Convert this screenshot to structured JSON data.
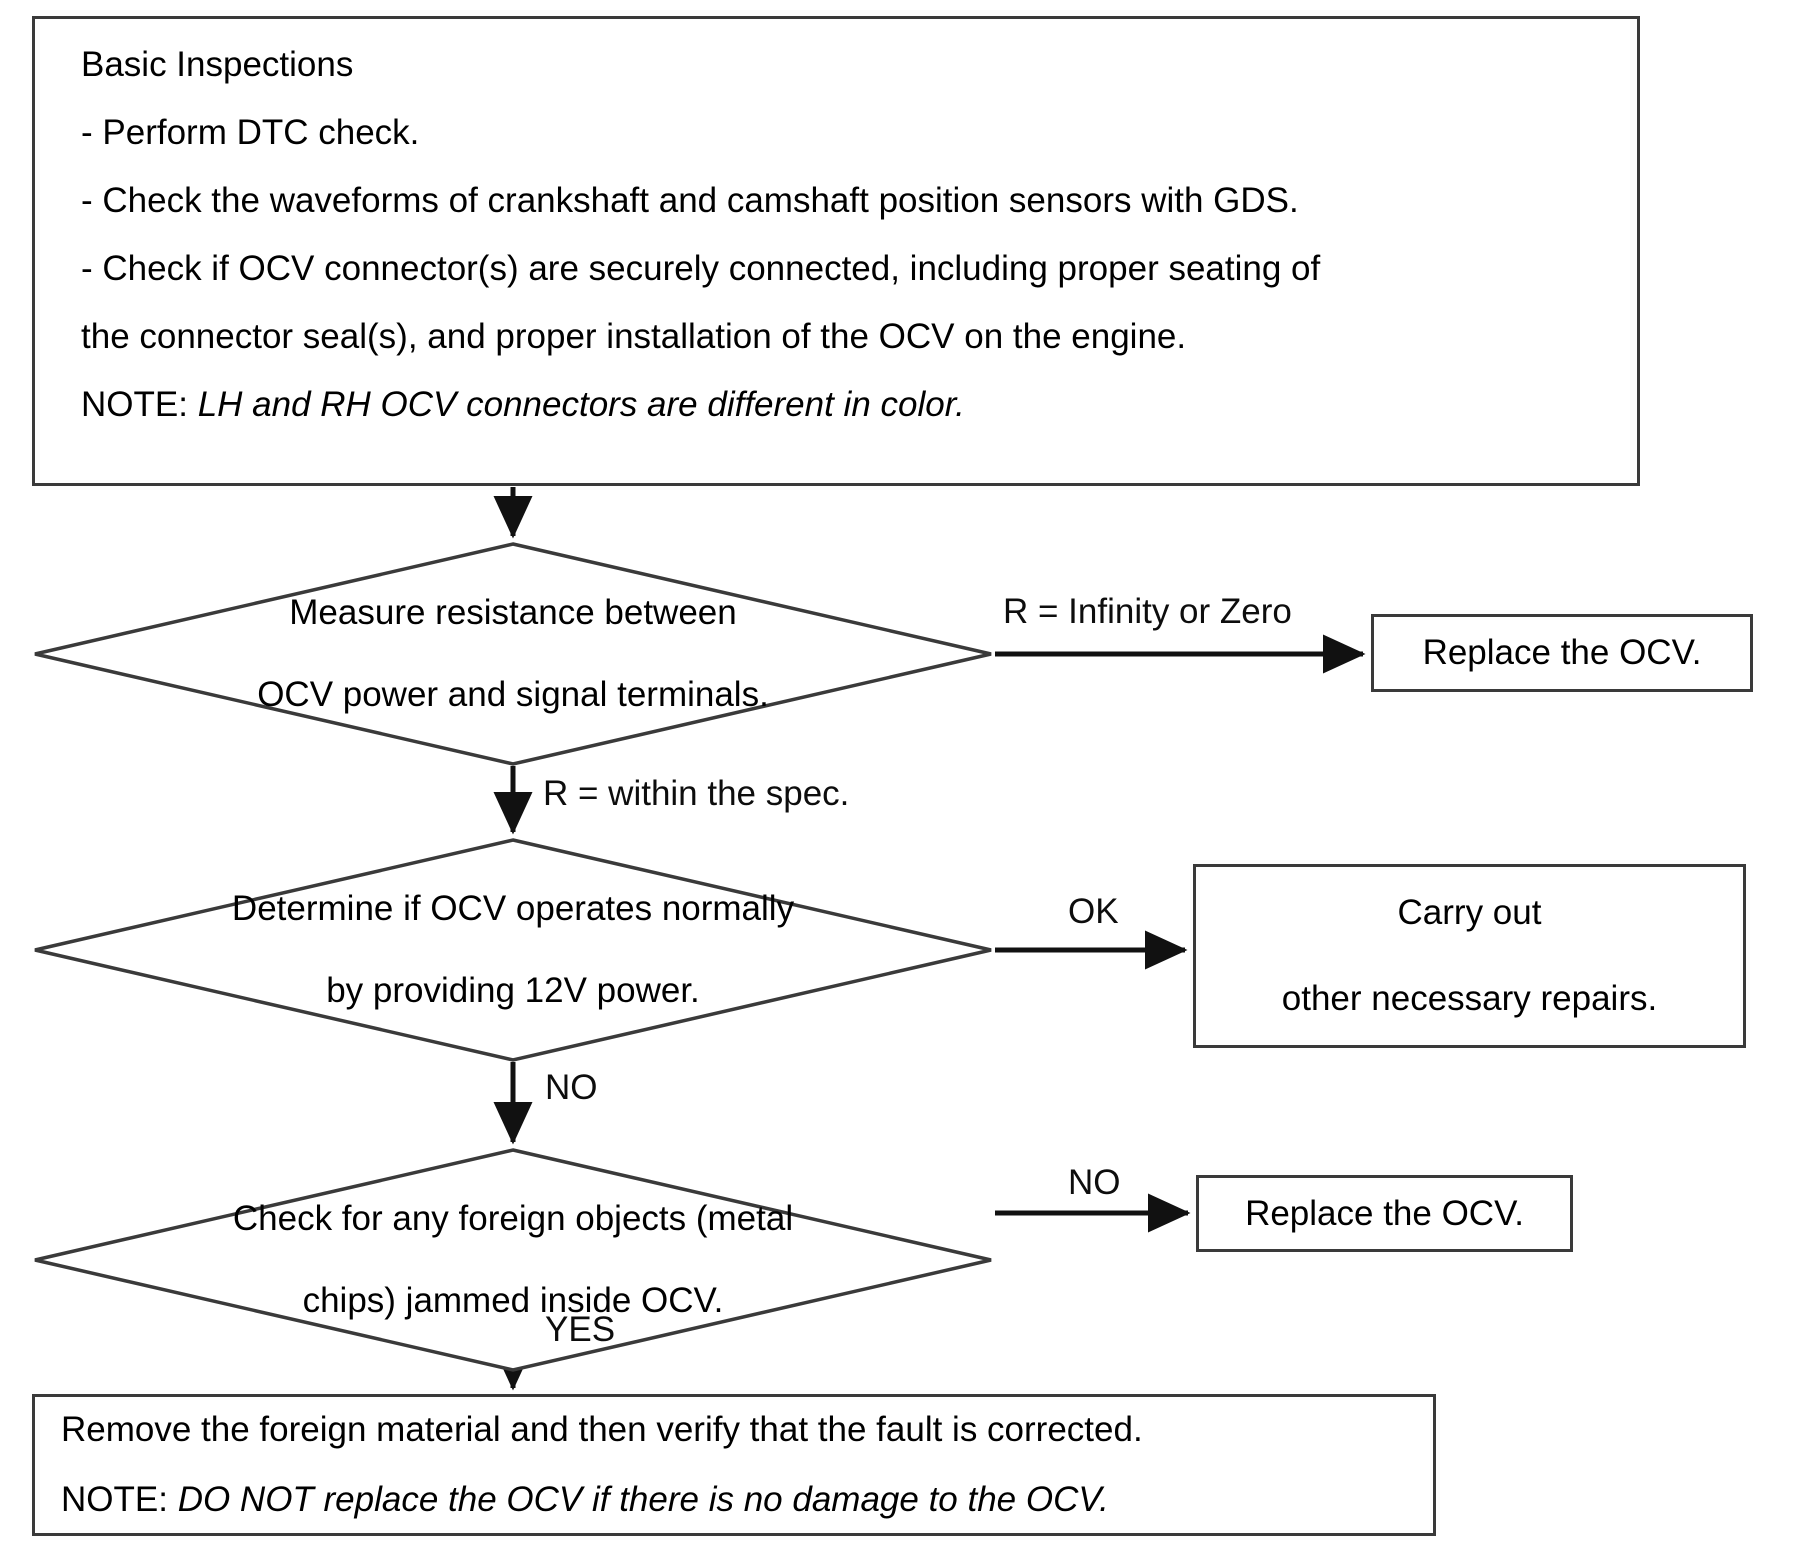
{
  "diagram": {
    "title": "OCV Basic Inspection Flowchart",
    "type": "flowchart",
    "stroke_color": "#3a3a3a",
    "text_color": "#0d0d0d",
    "background": "#ffffff"
  },
  "intro": {
    "heading": "Basic Inspections",
    "line1": "- Perform DTC check.",
    "line2": "- Check the waveforms of crankshaft and camshaft position sensors with GDS.",
    "line3": "- Check if OCV connector(s) are securely connected, including proper seating of",
    "line4": "the connector seal(s), and proper installation of the OCV on the engine.",
    "note_prefix": "NOTE: ",
    "note_text": "LH and RH OCV connectors are different in color."
  },
  "decisions": [
    {
      "id": "measure-resistance",
      "line1": "Measure resistance between",
      "line2": "OCV power and signal terminals."
    },
    {
      "id": "determine-operation",
      "line1": "Determine if OCV operates normally",
      "line2": "by providing 12V power."
    },
    {
      "id": "check-foreign-objects",
      "line1": "Check for any foreign objects (metal",
      "line2": "chips) jammed inside OCV."
    }
  ],
  "outcomes": {
    "replace_ocv_1": "Replace the OCV.",
    "carry_out_line1": "Carry out",
    "carry_out_line2": "other necessary repairs.",
    "replace_ocv_2": "Replace the OCV.",
    "remove_line1": "Remove the foreign material and then verify that the fault is corrected.",
    "remove_note_prefix": "NOTE: ",
    "remove_note_text": "DO NOT replace the OCV if there is no damage to the OCV."
  },
  "edge_labels": {
    "infinity_or_zero": "R = Infinity or Zero",
    "within_spec": "R = within the spec.",
    "ok": "OK",
    "no_operation": "NO",
    "no_foreign": "NO",
    "yes_foreign": "YES"
  }
}
